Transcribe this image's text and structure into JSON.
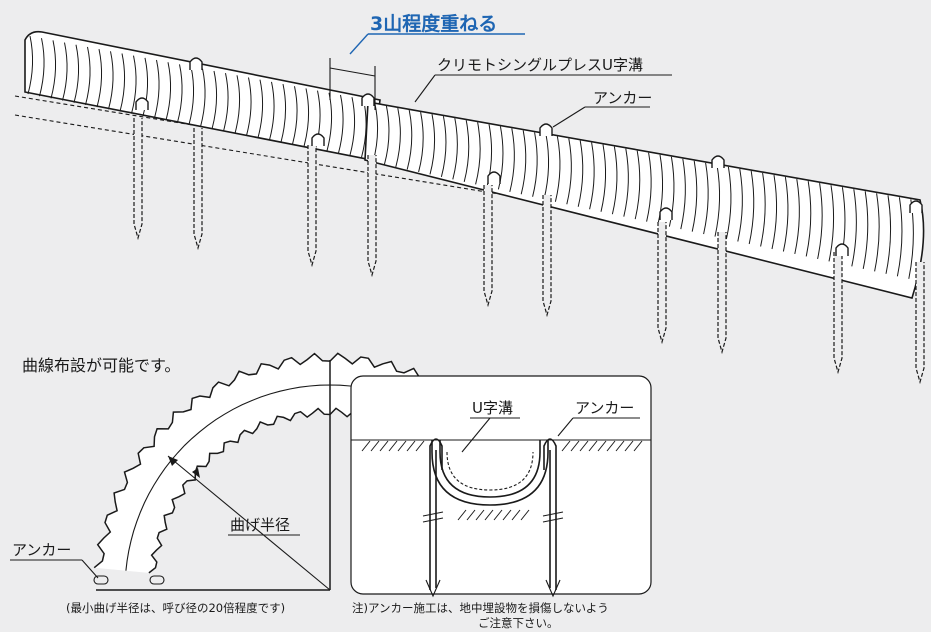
{
  "header": {
    "overlap_label": "3山程度重ねる"
  },
  "callouts": {
    "product": "クリモトシングルプレスU字溝",
    "anchor_top": "アンカー"
  },
  "curve_section": {
    "title": "曲線布設が可能です。",
    "radius_label": "曲げ半径",
    "anchor_label": "アンカー",
    "caption": "(最小曲げ半径は、呼び径の20倍程度です)"
  },
  "cross_section": {
    "u_label": "U字溝",
    "anchor_label": "アンカー",
    "note_line1": "注)アンカー施工は、地中埋設物を損傷しないよう",
    "note_line2": "ご注意下さい。"
  },
  "colors": {
    "accent": "#1f66b3",
    "ink": "#1a1a1a",
    "background": "#ededee"
  }
}
